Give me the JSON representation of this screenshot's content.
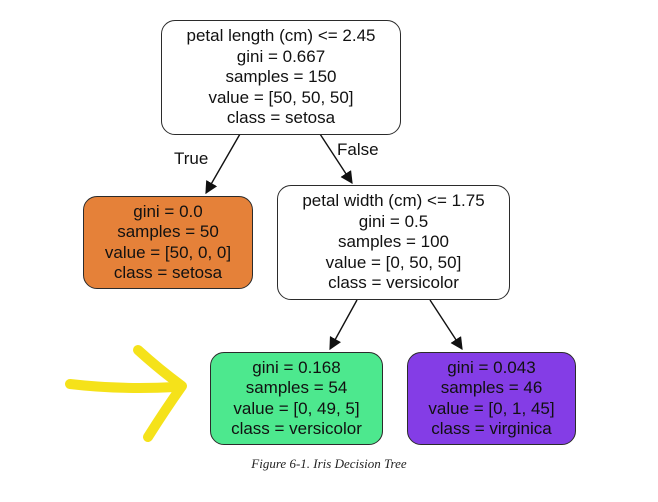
{
  "nodes": {
    "root": {
      "lines": [
        "petal length (cm) <= 2.45",
        "gini = 0.667",
        "samples = 150",
        "value = [50, 50, 50]",
        "class = setosa"
      ],
      "fill": "#ffffff"
    },
    "left": {
      "lines": [
        "gini = 0.0",
        "samples = 50",
        "value = [50, 0, 0]",
        "class = setosa"
      ],
      "fill": "#e58139"
    },
    "right": {
      "lines": [
        "petal width (cm) <= 1.75",
        "gini = 0.5",
        "samples = 100",
        "value = [0, 50, 50]",
        "class = versicolor"
      ],
      "fill": "#ffffff"
    },
    "right_left": {
      "lines": [
        "gini = 0.168",
        "samples = 54",
        "value = [0, 49, 5]",
        "class = versicolor"
      ],
      "fill": "#4de88e"
    },
    "right_right": {
      "lines": [
        "gini = 0.043",
        "samples = 46",
        "value = [0, 1, 45]",
        "class = virginica"
      ],
      "fill": "#843de6"
    }
  },
  "edges": {
    "true_label": "True",
    "false_label": "False"
  },
  "highlight_arrow_color": "#f5e21a",
  "caption": "Figure 6-1. Iris Decision Tree"
}
